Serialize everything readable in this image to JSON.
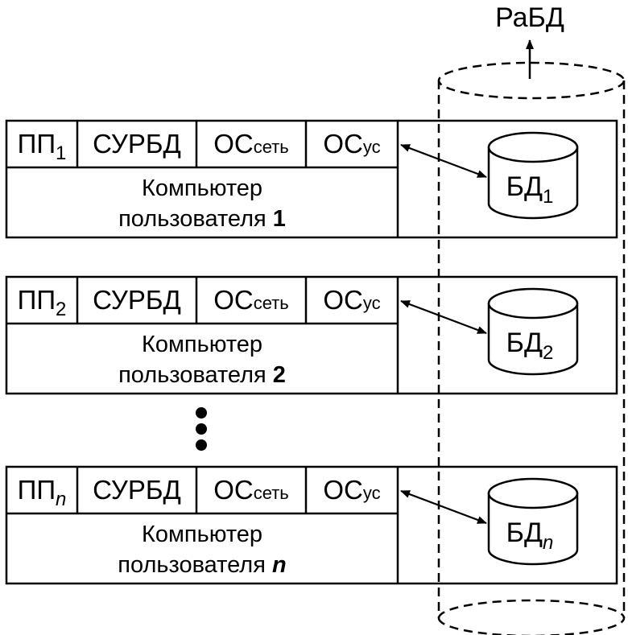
{
  "rabd_label": "РаБД",
  "computers": [
    {
      "cells": [
        {
          "main": "ПП",
          "sub": "1",
          "italic": false
        },
        {
          "main": "СУРБД",
          "sub": ""
        },
        {
          "main": "ОС",
          "sub": "сеть"
        },
        {
          "main": "ОС",
          "sub": "ус"
        }
      ],
      "caption_line1": "Компьютер",
      "caption_line2": "пользователя",
      "caption_index": "1",
      "db_main": "БД",
      "db_sub": "1"
    },
    {
      "cells": [
        {
          "main": "ПП",
          "sub": "2",
          "italic": false
        },
        {
          "main": "СУРБД",
          "sub": ""
        },
        {
          "main": "ОС",
          "sub": "сеть"
        },
        {
          "main": "ОС",
          "sub": "ус"
        }
      ],
      "caption_line1": "Компьютер",
      "caption_line2": "пользователя",
      "caption_index": "2",
      "db_main": "БД",
      "db_sub": "2"
    },
    {
      "cells": [
        {
          "main": "ПП",
          "sub": "n",
          "italic": true
        },
        {
          "main": "СУРБД",
          "sub": ""
        },
        {
          "main": "ОС",
          "sub": "сеть"
        },
        {
          "main": "ОС",
          "sub": "ус"
        }
      ],
      "caption_line1": "Компьютер",
      "caption_line2": "пользователя",
      "caption_index": "n",
      "db_main": "БД",
      "db_sub": "n"
    }
  ]
}
